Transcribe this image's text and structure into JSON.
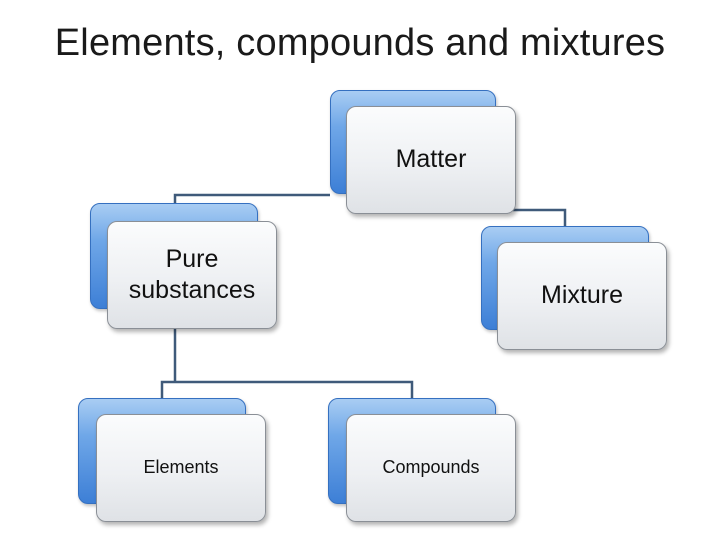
{
  "slide": {
    "title": "Elements, compounds and mixtures"
  },
  "diagram": {
    "nodes": {
      "matter": {
        "label": "Matter"
      },
      "pure_substances": {
        "label": "Pure substances"
      },
      "mixture": {
        "label": "Mixture"
      },
      "elements": {
        "label": "Elements"
      },
      "compounds": {
        "label": "Compounds"
      }
    },
    "edges": [
      {
        "from": "matter",
        "to": "pure_substances"
      },
      {
        "from": "matter",
        "to": "mixture"
      },
      {
        "from": "pure_substances",
        "to": "elements"
      },
      {
        "from": "pure_substances",
        "to": "compounds"
      }
    ],
    "colors": {
      "connector": "#3f5a7a",
      "node_back": "#4f8fe0",
      "node_front": "#eceef1"
    }
  }
}
